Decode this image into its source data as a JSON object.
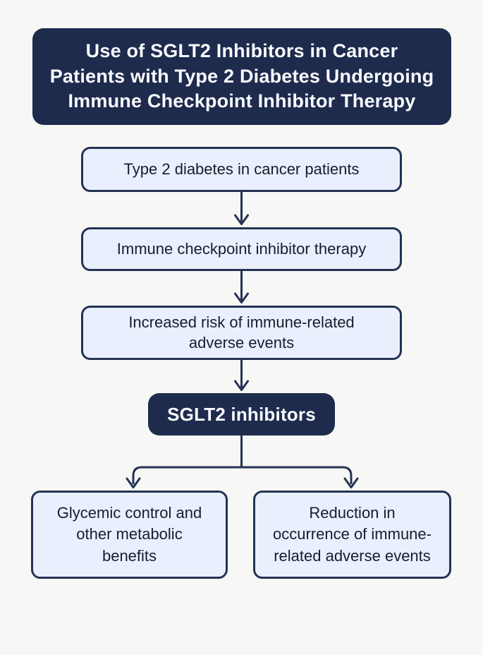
{
  "colors": {
    "background": "#f7f7f5",
    "navy": "#1e2b4d",
    "border": "#243253",
    "light_fill": "#e9effc",
    "text_dark": "#161d2f",
    "text_light": "#fafbff"
  },
  "title": "Use of SGLT2 Inhibitors in Cancer Patients with Type 2 Diabetes Undergoing Immune Checkpoint Inhibitor Therapy",
  "nodes": {
    "step1": {
      "label": "Type 2 diabetes in cancer patients"
    },
    "step2": {
      "label": "Immune checkpoint inhibitor therapy"
    },
    "step3": {
      "label": "Increased risk of immune-related adverse events"
    },
    "step4": {
      "label": "SGLT2 inhibitors"
    },
    "outcome_left": {
      "label": "Glycemic control and other metabolic benefits"
    },
    "outcome_right": {
      "label": "Reduction in occurrence of immune-related adverse events"
    }
  }
}
